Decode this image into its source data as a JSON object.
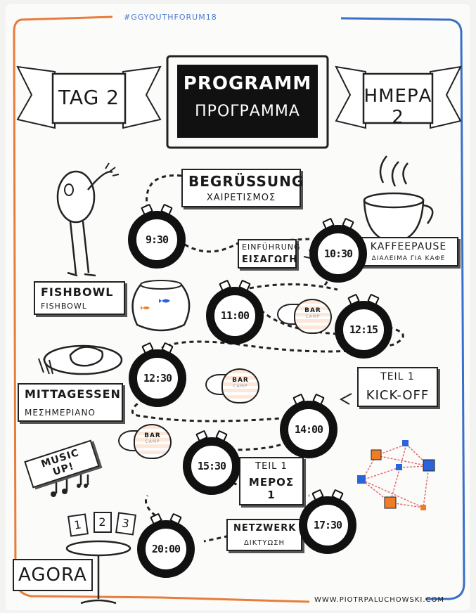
{
  "hashtag": "#GGYOUTHFORUM18",
  "title_de": "PROGRAMM",
  "title_el": "ΠΡΟΓΡΑΜΜΑ",
  "day_de": "TAG 2",
  "day_el": "ΗΜΕΡΑ 2",
  "labels": {
    "welcome_de": "BEGRÜßUNG",
    "welcome_el": "ΧΑΙΡΕΤΙΣΜΟΣ",
    "intro_de": "EINFÜHRUNG",
    "intro_el": "ΕΙΣΑΓΩΓΗ",
    "coffee_de": "KAFFEEPAUSE",
    "coffee_el": "ΔΙΑΛΕΙΜΑ ΓΙΑ ΚΑΦΕ",
    "fishbowl_de": "FISHBOWL",
    "fishbowl_el": "FISHBOWL",
    "lunch_de": "MITTAGESSEN",
    "lunch_el": "ΜΕΣΗΜΕΡΙΑΝΟ",
    "kick_1": "TEIL 1",
    "kick_2": "KICK-OFF",
    "part_de": "TEIL 1",
    "part_el": "ΜΕΡΟΣ 1",
    "network_de": "NETZWERK",
    "network_el": "ΔΙΚΤΥΩΣΗ",
    "music": "MUSIC UP!",
    "agora": "AGORA",
    "barcamp": "BAR",
    "barcamp_small": "CAMP"
  },
  "times": [
    "9:30",
    "10:30",
    "11:00",
    "12:15",
    "12:30",
    "14:00",
    "15:30",
    "17:30",
    "20:00"
  ],
  "cards": [
    "1",
    "2",
    "3"
  ],
  "website": "WWW.PIOTRPALUCHOWSKI.COM",
  "colors": {
    "left_border": "#e87c3a",
    "right_border": "#3a6ec8",
    "title_bg": "#111111",
    "network_orange": "#f07c2a",
    "network_blue": "#2a64d8"
  }
}
